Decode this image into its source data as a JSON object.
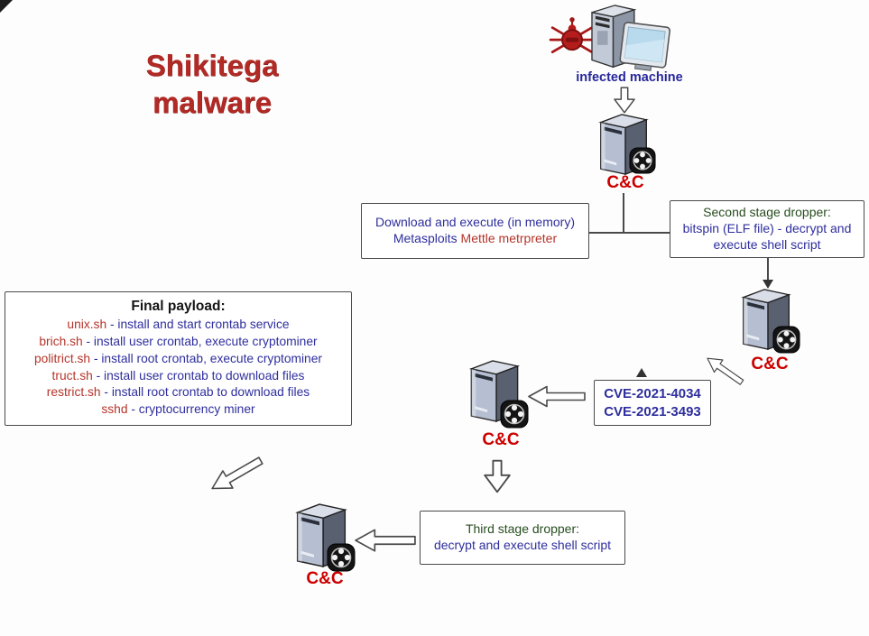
{
  "title": {
    "line1": "Shikitega",
    "line2": "malware"
  },
  "nodes": {
    "infected_machine": {
      "label": "infected machine"
    },
    "cc1": {
      "label": "C&C"
    },
    "cc2": {
      "label": "C&C"
    },
    "cc3": {
      "label": "C&C"
    },
    "cc4": {
      "label": "C&C"
    }
  },
  "boxes": {
    "metasploit": {
      "line1": "Download and execute (in memory)",
      "line2_blue": "Metasploits ",
      "line2_red": "Mettle metrpreter"
    },
    "second_stage": {
      "title": "Second stage dropper:",
      "line1": "bitspin (ELF file) - decrypt and",
      "line2": "execute shell script"
    },
    "cve": {
      "line1": "CVE-2021-4034",
      "line2": "CVE-2021-3493"
    },
    "third_stage": {
      "title": "Third stage dropper:",
      "line1": "decrypt and execute shell script"
    },
    "final_payload": {
      "title": "Final payload:",
      "items": [
        {
          "file": "unix.sh",
          "desc": " - install and start crontab service"
        },
        {
          "file": "brich.sh",
          "desc": " - install user crontab, execute cryptominer"
        },
        {
          "file": "politrict.sh",
          "desc": " - install root crontab, execute cryptominer"
        },
        {
          "file": "truct.sh",
          "desc": " - install user crontab to download files"
        },
        {
          "file": "restrict.sh",
          "desc": " - install root crontab to download files"
        },
        {
          "file": "sshd",
          "desc": " - cryptocurrency miner"
        }
      ]
    }
  },
  "icons": {
    "bug": "malware-bug-icon",
    "infected_pc": "infected-computer-icon",
    "server": "cc-server-icon",
    "ball": "network-ball-icon"
  },
  "colors": {
    "title_red": "#b22a25",
    "cc_label_red": "#cc0000",
    "navy_text": "#2e2e9e",
    "red_text": "#b5342a",
    "green_header": "#274d1f",
    "box_border": "#4a4a4a",
    "infected_label_navy": "#26269c"
  }
}
